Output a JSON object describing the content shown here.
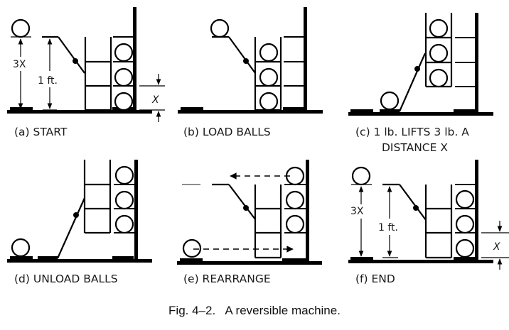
{
  "figure": {
    "caption_number": "Fig. 4–2.",
    "caption_text": "A reversible machine."
  },
  "panels": [
    {
      "id": "a",
      "label": "(a) START",
      "dims": {
        "height_3x": "3X",
        "lever_height": "1 ft.",
        "shelf_step": "X"
      }
    },
    {
      "id": "b",
      "label": "(b) LOAD BALLS"
    },
    {
      "id": "c",
      "label_line1": "(c) 1 lb. LIFTS 3 lb. A",
      "label_line2": "DISTANCE X"
    },
    {
      "id": "d",
      "label": "(d) UNLOAD BALLS"
    },
    {
      "id": "e",
      "label": "(e) REARRANGE"
    },
    {
      "id": "f",
      "label": "(f) END",
      "dims": {
        "height_3x": "3X",
        "lever_height": "1 ft.",
        "shelf_step": "X"
      }
    }
  ]
}
